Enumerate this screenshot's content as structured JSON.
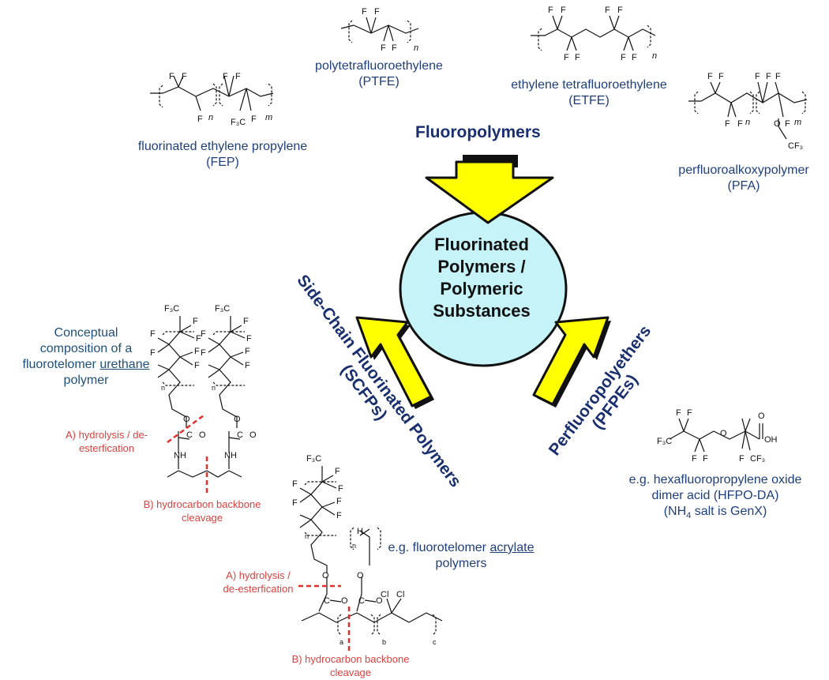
{
  "center": {
    "line1": "Fluorinated",
    "line2": "Polymers /",
    "line3": "Polymeric",
    "line4": "Substances"
  },
  "headings": {
    "fluoropolymers": "Fluoropolymers",
    "scfp_line1": "Side-Chain Fluorinated Polymers",
    "scfp_line2": "(SCFPs)",
    "pfpe_line1": "Perfluoropolyethers",
    "pfpe_line2": "(PFPEs)"
  },
  "fluoropolymers": {
    "ptfe": {
      "name": "polytetrafluoroethylene",
      "abbr": "(PTFE)"
    },
    "etfe": {
      "name": "ethylene tetrafluoroethylene",
      "abbr": "(ETFE)"
    },
    "fep": {
      "name": "fluorinated ethylene propylene",
      "abbr": "(FEP)"
    },
    "pfa": {
      "name": "perfluoroalkoxypolymer",
      "abbr": "(PFA)"
    }
  },
  "scfp": {
    "urethane_caption": {
      "line1": "Conceptual",
      "line2": "composition of a",
      "line3_pre": "fluorotelomer ",
      "line3_u": "urethane",
      "line4": "polymer"
    },
    "urethane_hydrolysis": {
      "line1": "A) hydrolysis / de-",
      "line2": "esterfication"
    },
    "urethane_backbone": {
      "line1": "B) hydrocarbon backbone",
      "line2": "cleavage"
    },
    "acrylate_caption": {
      "line1_pre": "e.g. fluorotelomer ",
      "line1_u": "acrylate",
      "line2": "polymers"
    },
    "acrylate_hydrolysis": {
      "line1": "A) hydrolysis /",
      "line2": "de-esterfication"
    },
    "acrylate_backbone": {
      "line1": "B) hydrocarbon backbone",
      "line2": "cleavage"
    }
  },
  "pfpe": {
    "example": {
      "line1": "e.g. hexafluoropropylene oxide",
      "line2": "dimer acid (HFPO-DA)",
      "line3_a": "(NH",
      "line3_sub": "4",
      "line3_b": " salt is GenX)"
    }
  },
  "colors": {
    "heading": "#1a2f6e",
    "caption": "#1f3f7a",
    "annotation": "#d8423f",
    "ellipse": "#c6f3f7",
    "arrow": "#ffff00"
  }
}
